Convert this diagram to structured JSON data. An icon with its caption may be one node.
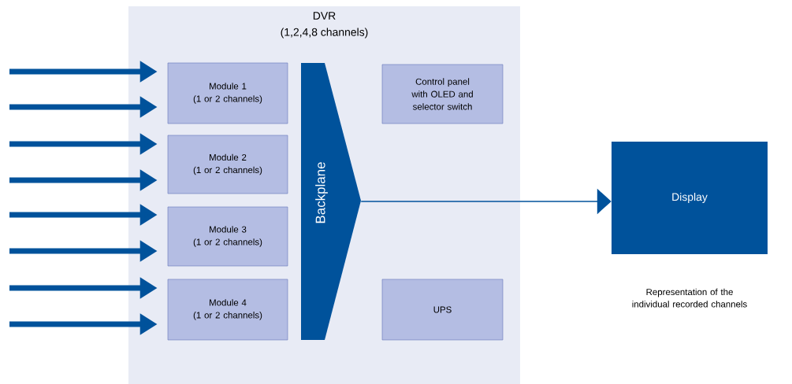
{
  "diagram": {
    "nodes": [
      {
        "text": [
          "DVR",
          "(1,2,4,8 channels)"
        ]
      },
      {
        "text": [
          "Module 1",
          "(1 or 2 channels)"
        ],
        "in": 0
      },
      {
        "text": [
          "Module 2",
          "(1 or 2 channels)"
        ],
        "in": 0
      },
      {
        "text": [
          "Module 3",
          "(1 or 2 channels)"
        ],
        "in": 0
      },
      {
        "text": [
          "Module 4",
          "(1 or 2 channels)"
        ],
        "in": 0
      },
      {
        "text": [
          "Backplane"
        ],
        "in": 0
      },
      {
        "text": [
          "Control panel with OLED and selector switch"
        ],
        "in": 0
      },
      {
        "text": [
          "UPS"
        ],
        "in": 0
      },
      {
        "text": [
          "Display"
        ],
        "beside": [
          "Representation of the individual recorded channels"
        ]
      }
    ],
    "edges": [
      {
        "from": null,
        "to": 1,
        "arrow": "to"
      },
      {
        "from": null,
        "to": 1,
        "arrow": "to"
      },
      {
        "from": null,
        "to": 2,
        "arrow": "to"
      },
      {
        "from": null,
        "to": 2,
        "arrow": "to"
      },
      {
        "from": null,
        "to": 3,
        "arrow": "to"
      },
      {
        "from": null,
        "to": 3,
        "arrow": "to"
      },
      {
        "from": null,
        "to": 4,
        "arrow": "to"
      },
      {
        "from": null,
        "to": 4,
        "arrow": "to"
      },
      {
        "from": 5,
        "to": 8,
        "arrow": "to"
      }
    ]
  }
}
